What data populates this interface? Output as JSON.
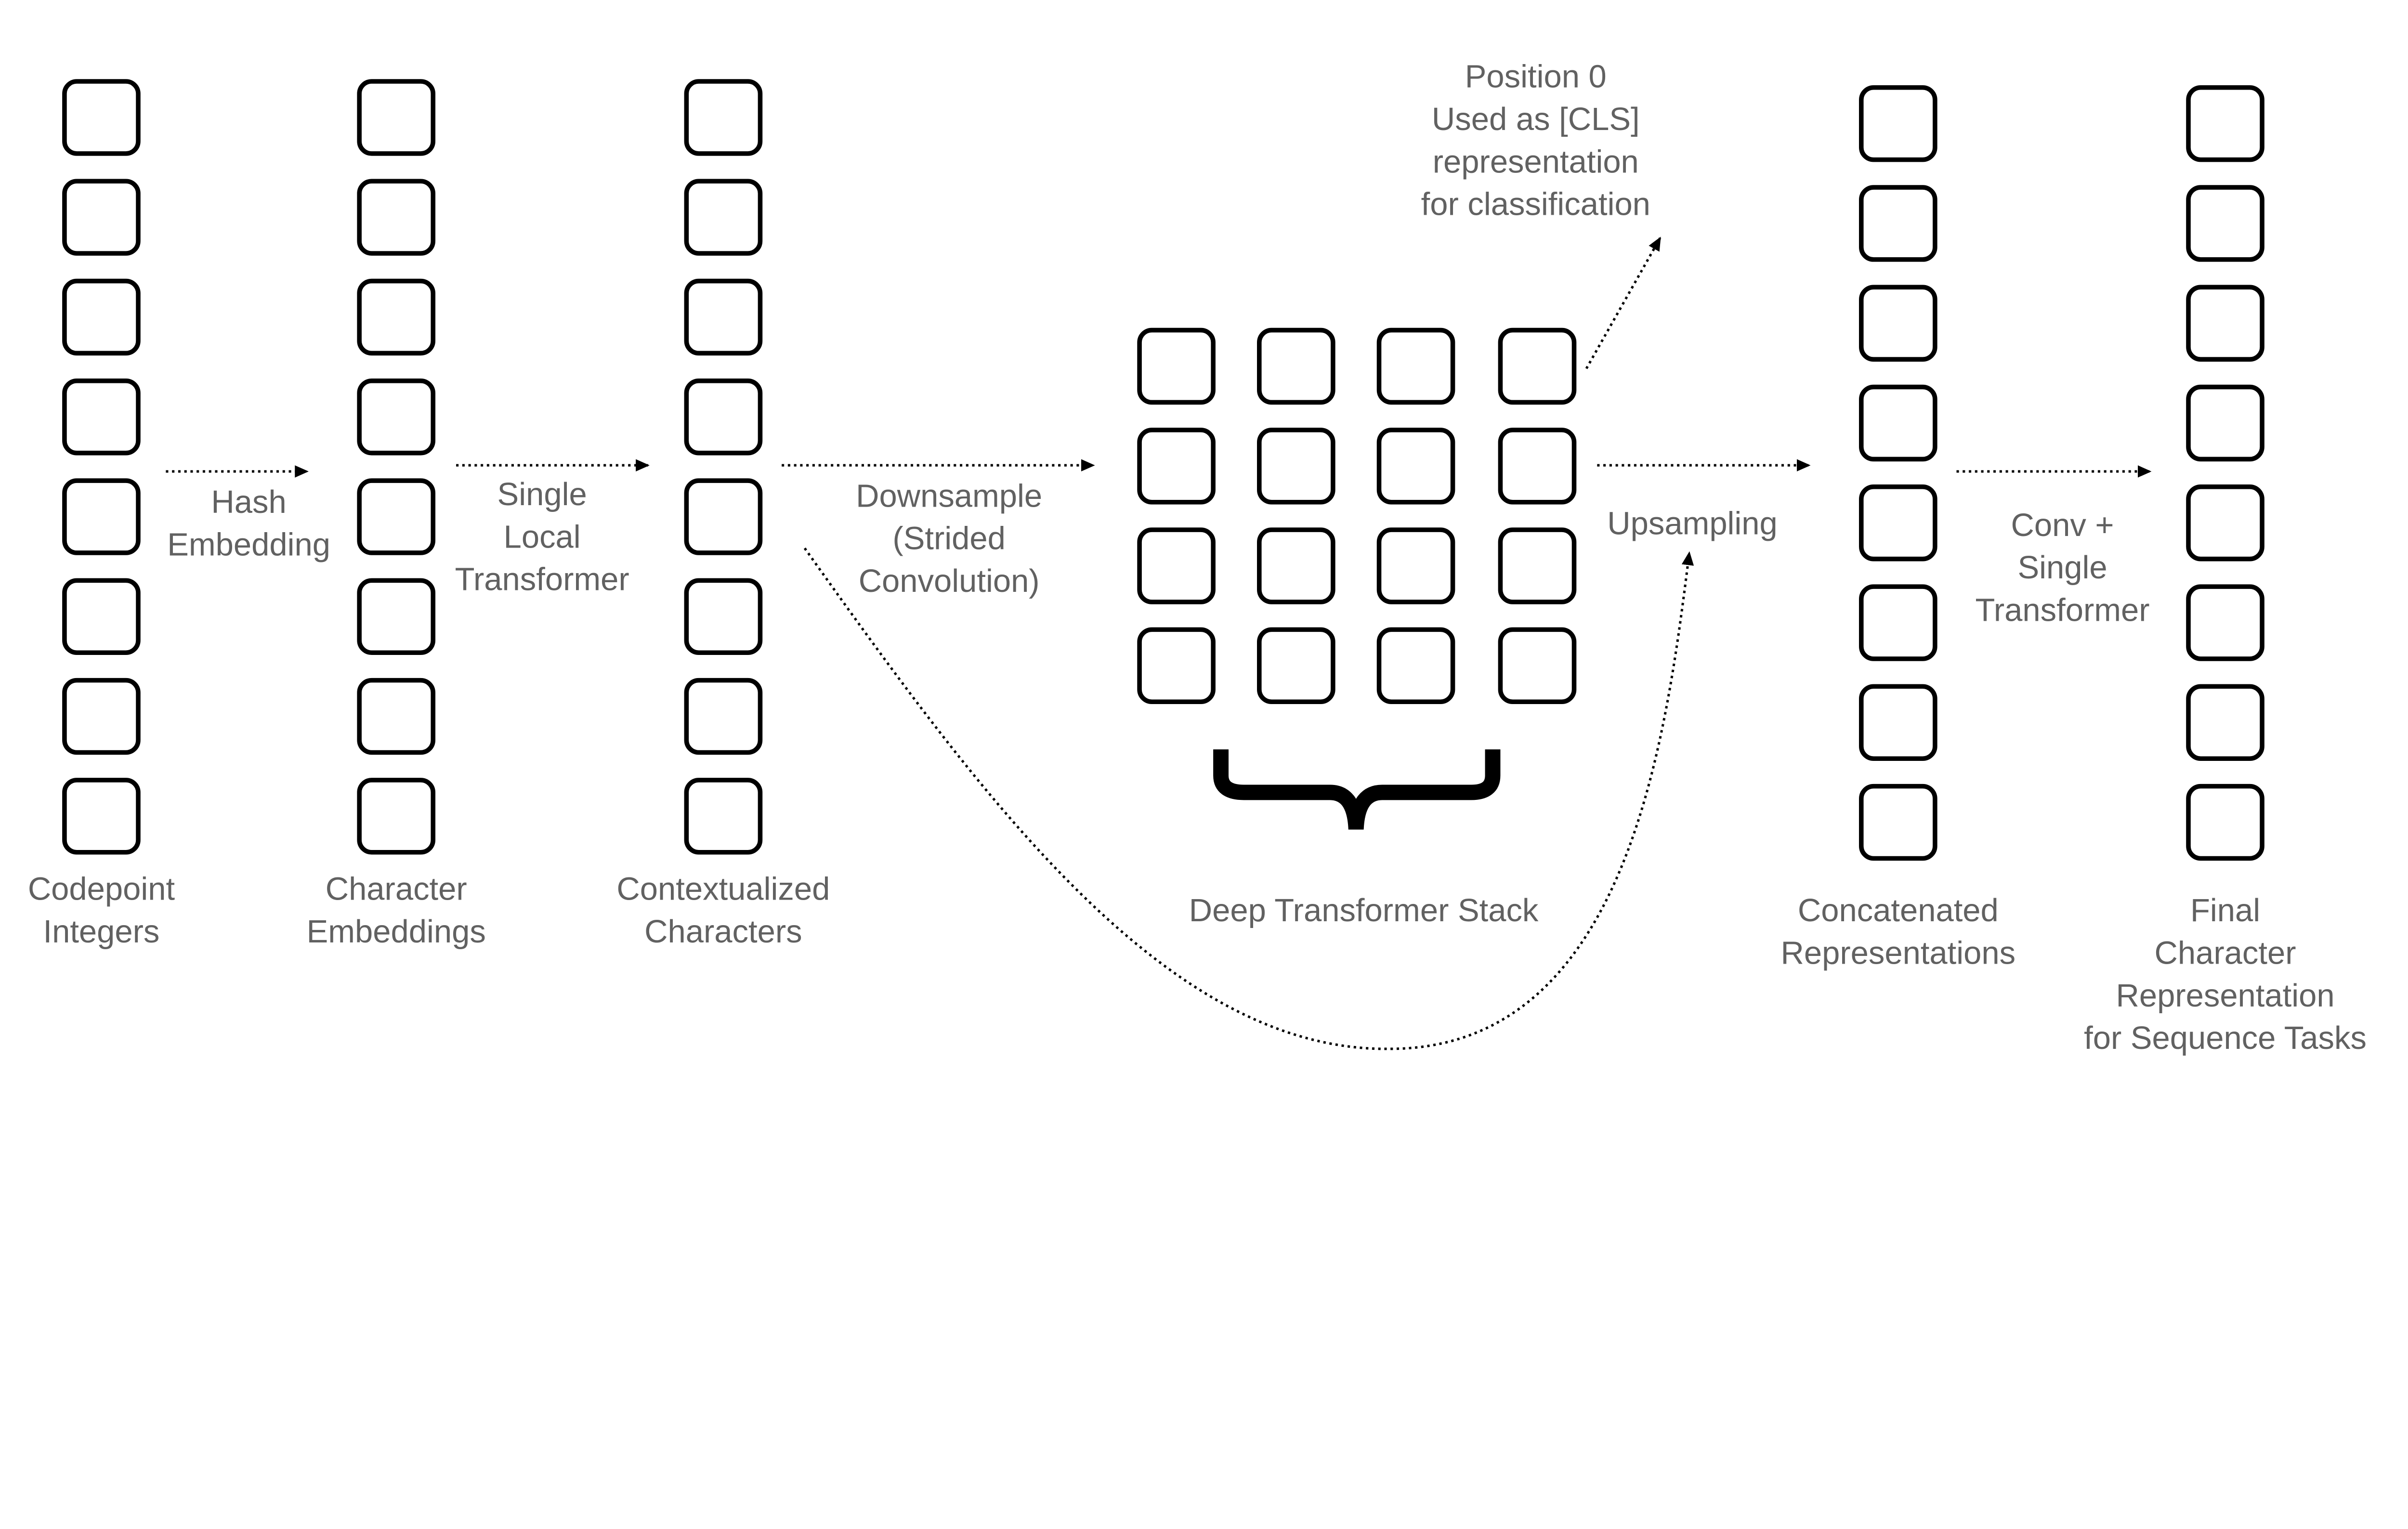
{
  "colors": {
    "text": "#616161",
    "stroke": "#000000",
    "background": "#ffffff"
  },
  "columns": [
    {
      "label_lines": [
        "Codepoint",
        "Integers"
      ],
      "cells": 8
    },
    {
      "label_lines": [
        "Character",
        "Embeddings"
      ],
      "cells": 8
    },
    {
      "label_lines": [
        "Contextualized",
        "Characters"
      ],
      "cells": 8
    },
    {
      "label_lines": [
        "Concatenated",
        "Representations"
      ],
      "cells": 8
    },
    {
      "label_lines": [
        "Final",
        "Character",
        "Representation",
        "for Sequence Tasks"
      ],
      "cells": 8
    }
  ],
  "grid": {
    "rows": 4,
    "cols": 4,
    "label": "Deep Transformer Stack"
  },
  "arrows": [
    {
      "label_lines": [
        "Hash",
        "Embedding"
      ]
    },
    {
      "label_lines": [
        "Single",
        "Local",
        "Transformer"
      ]
    },
    {
      "label_lines": [
        "Downsample",
        "(Strided",
        "Convolution)"
      ]
    },
    {
      "label_lines": [
        "Upsampling"
      ]
    },
    {
      "label_lines": [
        "Conv +",
        "Single",
        "Transformer"
      ]
    }
  ],
  "cls_note": {
    "label_lines": [
      "Position 0",
      "Used as [CLS]",
      "representation",
      "for classification"
    ]
  }
}
